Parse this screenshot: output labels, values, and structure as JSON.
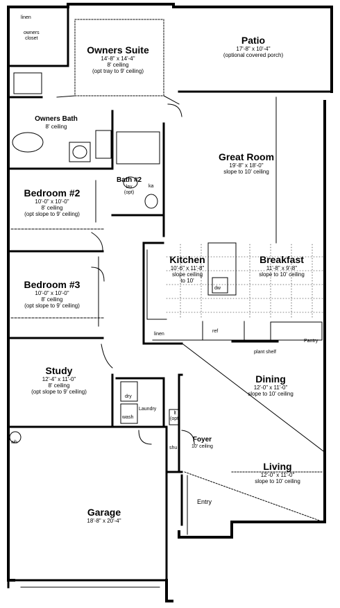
{
  "rooms": {
    "owners_suite": {
      "name": "Owners Suite",
      "dims": "14'-8\" x 14'-4\"",
      "ceiling": "8' ceiling",
      "note": "(opt tray to 9' ceiling)"
    },
    "owners_closet": {
      "line1": "owners",
      "line2": "closet"
    },
    "linen_top": "linen",
    "patio": {
      "name": "Patio",
      "dims": "17'-8\" x 10'-4\"",
      "note": "(optional covered porch)"
    },
    "owners_bath": {
      "name": "Owners Bath",
      "ceiling": "8' ceiling"
    },
    "great_room": {
      "name": "Great Room",
      "dims": "19'-8\" x 18'-0\"",
      "note": "slope to 10' ceiling"
    },
    "bath2": {
      "name": "Bath #2",
      "lav": "lav",
      "opt": "(opt)",
      "ka": "ka"
    },
    "bedroom2": {
      "name": "Bedroom #2",
      "dims": "10'-0\" x 10'-0\"",
      "ceiling": "8' ceiling",
      "note": "(opt slope to 9' ceiling)"
    },
    "bedroom3": {
      "name": "Bedroom #3",
      "dims": "10'-0\" x 10'-0\"",
      "ceiling": "8' ceiling",
      "note": "(opt slope to 9' ceiling)"
    },
    "kitchen": {
      "name": "Kitchen",
      "dims": "10'-6\" x 11'-8\"",
      "note1": "slope ceiling",
      "note2": "to 10'",
      "dw": "dw"
    },
    "breakfast": {
      "name": "Breakfast",
      "dims": "11'-8\" x 9'-8\"",
      "note": "slope to 10' ceiling"
    },
    "linen_mid": "linen",
    "ref": "ref",
    "pantry": "Pantry",
    "plant_shelf": "plant shelf",
    "study": {
      "name": "Study",
      "dims": "12'-4\" x 11'-0\"",
      "ceiling": "8' ceiling",
      "note": "(opt slope to 9' ceiling)"
    },
    "dining": {
      "name": "Dining",
      "dims": "12'-0\" x 11'-0\"",
      "note": "slope to 10' ceiling"
    },
    "laundry": {
      "name": "Laundry",
      "dry": "dry",
      "wash": "wash",
      "lt": "lt",
      "opt": "(opt)"
    },
    "wh": "wh",
    "shu": "shu",
    "foyer": {
      "name": "Foyer",
      "ceiling": "10' ceiling"
    },
    "living": {
      "name": "Living",
      "dims": "12'-0\" x 11'-0\"",
      "note": "slope to 10' ceiling"
    },
    "entry": "Entry",
    "garage": {
      "name": "Garage",
      "dims": "18'-8\" x 20'-4\""
    }
  }
}
